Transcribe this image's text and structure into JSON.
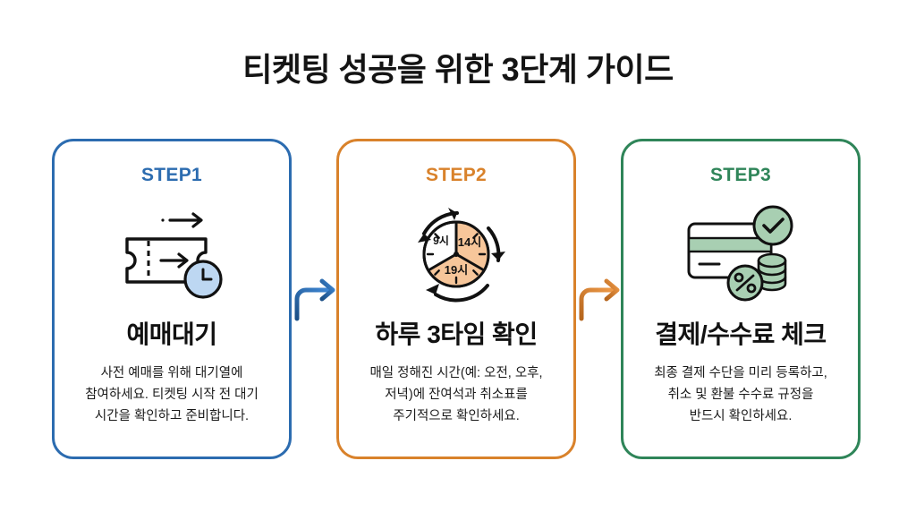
{
  "title": "티켓팅 성공을 위한 3단계 가이드",
  "colors": {
    "step1": "#2c6cb0",
    "step2": "#d9822b",
    "step3": "#2f8559",
    "page_background": "#ffffff",
    "card_background": "#ffffff",
    "text": "#111111",
    "icon_blue_fill": "#bdd7f2",
    "icon_peach_fill": "#f7c69a",
    "icon_green_fill": "#a8cfb2"
  },
  "steps": [
    {
      "label": "STEP1",
      "icon": "ticket-clock-icon",
      "heading": "예매대기",
      "description": "사전 예매를 위해 대기열에\n참여하세요. 티켓팅 시작 전 대기\n시간을 확인하고 준비합니다."
    },
    {
      "label": "STEP2",
      "icon": "rotating-clock-icon",
      "heading": "하루 3타임 확인",
      "description": "매일 정해진 시간(예: 오전, 오후,\n저녁)에 잔여석과 취소표를\n주기적으로 확인하세요.",
      "clock_segments": [
        "9시",
        "14시",
        "19시"
      ]
    },
    {
      "label": "STEP3",
      "icon": "credit-card-coins-check-icon",
      "heading": "결제/수수료 체크",
      "description": "최종 결제 수단을 미리 등록하고,\n취소 및 환불 수수료 규정을\n반드시 확인하세요."
    }
  ],
  "connectors": [
    {
      "name": "arrow-step1-to-step2",
      "color": "#2c6cb0"
    },
    {
      "name": "arrow-step2-to-step3",
      "color": "#d9822b"
    }
  ]
}
